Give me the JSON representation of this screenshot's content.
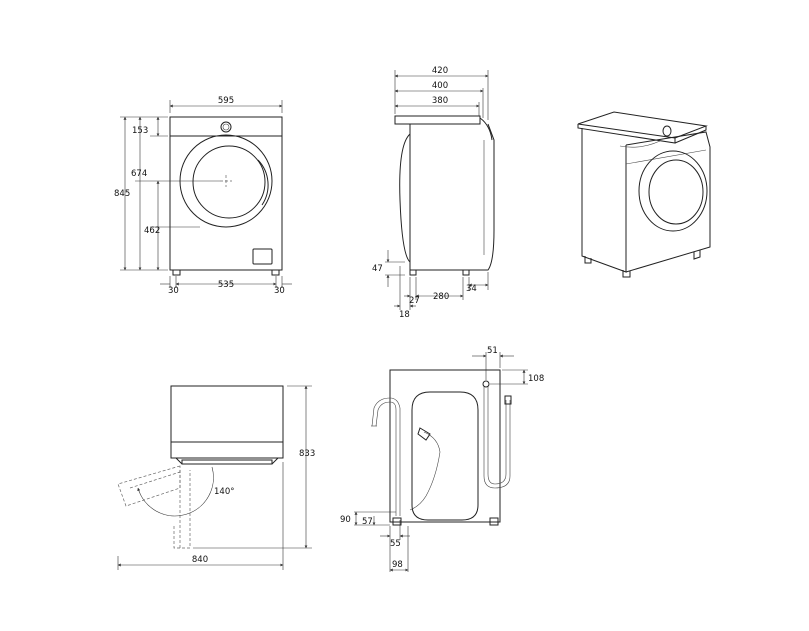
{
  "front_view": {
    "width": "595",
    "top_to_knob": "153",
    "door_center_height": "674",
    "total_height": "845",
    "door_bottom_height": "462",
    "foot_left": "30",
    "foot_span": "535",
    "foot_right": "30"
  },
  "side_view": {
    "depth_overall": "420",
    "depth_to_door": "400",
    "depth_body": "380",
    "foot_height": "47",
    "foot_offset_front": "18",
    "foot_offset_inner": "27",
    "foot_spacing": "280",
    "foot_offset_rear": "34"
  },
  "top_view": {
    "door_open_angle": "140°",
    "total_depth_door_open": "840",
    "height": "833"
  },
  "rear_view": {
    "inlet_offset_x": "51",
    "inlet_offset_y": "108",
    "drain_height": "90",
    "drain_offset": "57",
    "drain_x": "55",
    "drain_x_total": "98"
  }
}
